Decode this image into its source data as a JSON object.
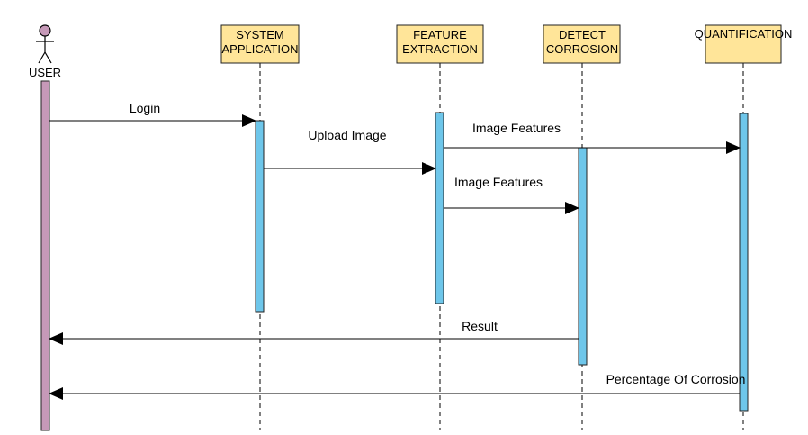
{
  "colors": {
    "header_fill": "#ffe599",
    "header_stroke": "#222222",
    "activation_fill": "#6ec6ea",
    "user_bar_fill": "#c699b8",
    "line": "#000000"
  },
  "actor": {
    "name": "USER",
    "icon": "stick-figure-icon"
  },
  "participants": [
    {
      "id": "system",
      "line1": "SYSTEM",
      "line2": "APPLICATION"
    },
    {
      "id": "feature",
      "line1": "FEATURE",
      "line2": "EXTRACTION"
    },
    {
      "id": "detect",
      "line1": "DETECT",
      "line2": "CORROSION"
    },
    {
      "id": "quant",
      "line1": "QUANTIFICATION",
      "line2": ""
    }
  ],
  "messages": [
    {
      "from": "USER",
      "to": "SYSTEM APPLICATION",
      "label": "Login"
    },
    {
      "from": "SYSTEM APPLICATION",
      "to": "FEATURE EXTRACTION",
      "label": "Upload Image"
    },
    {
      "from": "FEATURE EXTRACTION",
      "to": "QUANTIFICATION",
      "label": "Image Features"
    },
    {
      "from": "FEATURE EXTRACTION",
      "to": "DETECT CORROSION",
      "label": "Image Features"
    },
    {
      "from": "DETECT CORROSION",
      "to": "USER",
      "label": "Result"
    },
    {
      "from": "QUANTIFICATION",
      "to": "USER",
      "label": "Percentage Of Corrosion"
    }
  ]
}
